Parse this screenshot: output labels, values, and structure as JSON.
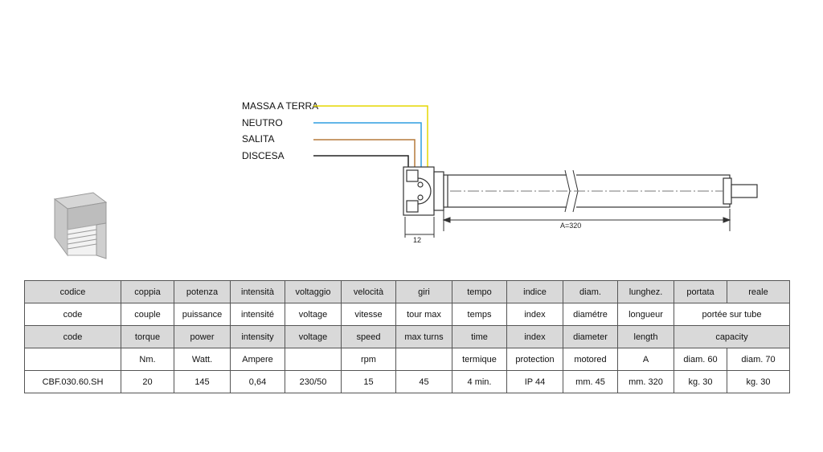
{
  "diagram": {
    "wires": [
      {
        "label": "MASSA A TERRA",
        "color": "#e6d700"
      },
      {
        "label": "NEUTRO",
        "color": "#2f9ee0"
      },
      {
        "label": "SALITA",
        "color": "#b57a3c"
      },
      {
        "label": "DISCESA",
        "color": "#222222"
      }
    ],
    "dimension_label": "A=320",
    "head_width_label": "12"
  },
  "table": {
    "header_rows": [
      [
        "codice",
        "coppia",
        "potenza",
        "intensità",
        "voltaggio",
        "velocità",
        "giri",
        "tempo",
        "indice",
        "diam.",
        "lunghez.",
        "portata",
        "reale"
      ],
      [
        "code",
        "couple",
        "puissance",
        "intensité",
        "voltage",
        "vitesse",
        "tour max",
        "temps",
        "index",
        "diamétre",
        "longueur",
        "portée sur tube"
      ],
      [
        "code",
        "torque",
        "power",
        "intensity",
        "voltage",
        "speed",
        "max turns",
        "time",
        "index",
        "diameter",
        "length",
        "capacity"
      ],
      [
        "",
        "Nm.",
        "Watt.",
        "Ampere",
        "",
        "rpm",
        "",
        "termique",
        "protection",
        "motored",
        "A",
        "diam. 60",
        "diam. 70"
      ]
    ],
    "data_rows": [
      [
        "CBF.030.60.SH",
        "20",
        "145",
        "0,64",
        "230/50",
        "15",
        "45",
        "4 min.",
        "IP 44",
        "mm. 45",
        "mm. 320",
        "kg. 30",
        "kg. 30"
      ]
    ]
  }
}
